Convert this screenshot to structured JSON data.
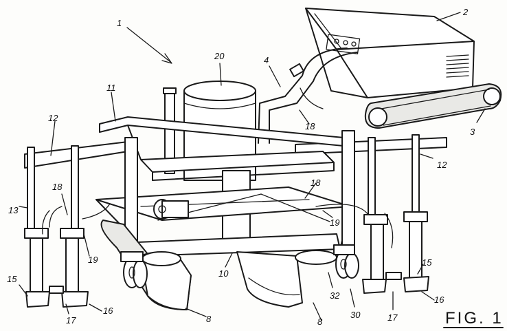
{
  "figure": {
    "caption": "FIG. 1",
    "labels": {
      "l1": "1",
      "l2": "2",
      "l3": "3",
      "l4": "4",
      "l8a": "8",
      "l8b": "8",
      "l10": "10",
      "l11": "11",
      "l12a": "12",
      "l12b": "12",
      "l13": "13",
      "l15a": "15",
      "l15b": "15",
      "l16a": "16",
      "l16b": "16",
      "l17a": "17",
      "l17b": "17",
      "l18a": "18",
      "l18b": "18",
      "l18c": "18",
      "l19a": "19",
      "l19b": "19",
      "l20": "20",
      "l30": "30",
      "l32": "32"
    }
  }
}
